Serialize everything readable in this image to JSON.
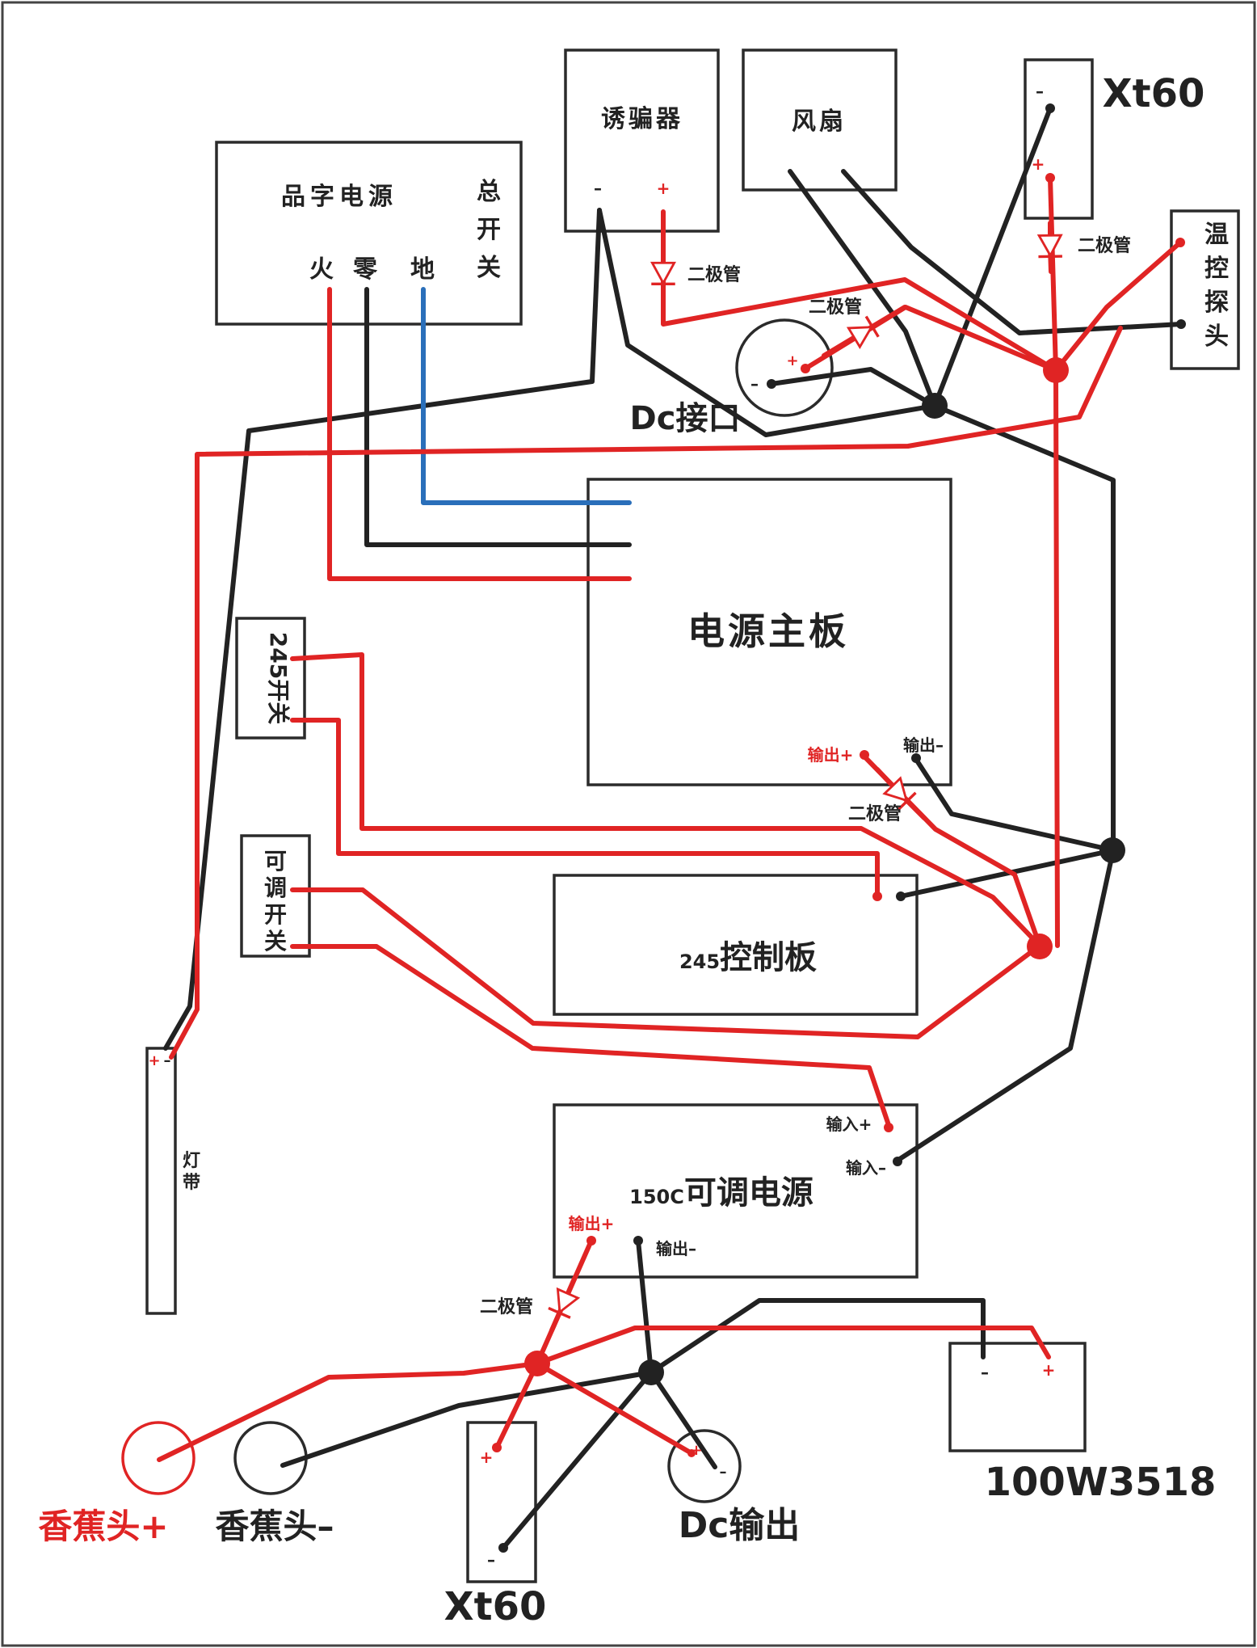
{
  "colors": {
    "red": "#e02424",
    "black": "#222222",
    "blue": "#2a6fba",
    "frame": "#2b2b2b"
  },
  "labels": {
    "pin_power": "品字电源",
    "master_switch": [
      "总",
      "开",
      "关"
    ],
    "live": "火",
    "neutral": "零",
    "ground": "地",
    "decoy": "诱骗器",
    "decoy_minus": "–",
    "decoy_plus": "+",
    "fan": "风扇",
    "xt60_top": "Xt60",
    "xt60_top_minus": "–",
    "xt60_top_plus": "+",
    "temp_probe": [
      "温",
      "控",
      "探",
      "头"
    ],
    "diode": "二极管",
    "dc_jack": "Dc接口",
    "dc_jack_plus": "+",
    "dc_jack_minus": "–",
    "main_board": "电源主板",
    "out_plus": "输出+",
    "out_minus": "输出–",
    "switch_245": "245开关",
    "adj_switch": [
      "可",
      "调",
      "开",
      "关"
    ],
    "ctrl_num": "245",
    "ctrl_text": "控制板",
    "light_strip": [
      "灯",
      "带"
    ],
    "strip_plus": "+",
    "strip_minus": "–",
    "adj_num": "150C",
    "adj_text": "可调电源",
    "in_plus": "输入+",
    "in_minus": "输入–",
    "adj_out_plus": "输出+",
    "adj_out_minus": "输出–",
    "w3518_minus": "–",
    "w3518_plus": "+",
    "w3518": "100W3518",
    "banana_plus": "香蕉头+",
    "banana_minus": "香蕉头–",
    "xt60_bottom": "Xt60",
    "xt60_bottom_plus": "+",
    "xt60_bottom_minus": "–",
    "dc_output": "Dc输出",
    "dc_output_plus": "+",
    "dc_output_minus": "–"
  }
}
